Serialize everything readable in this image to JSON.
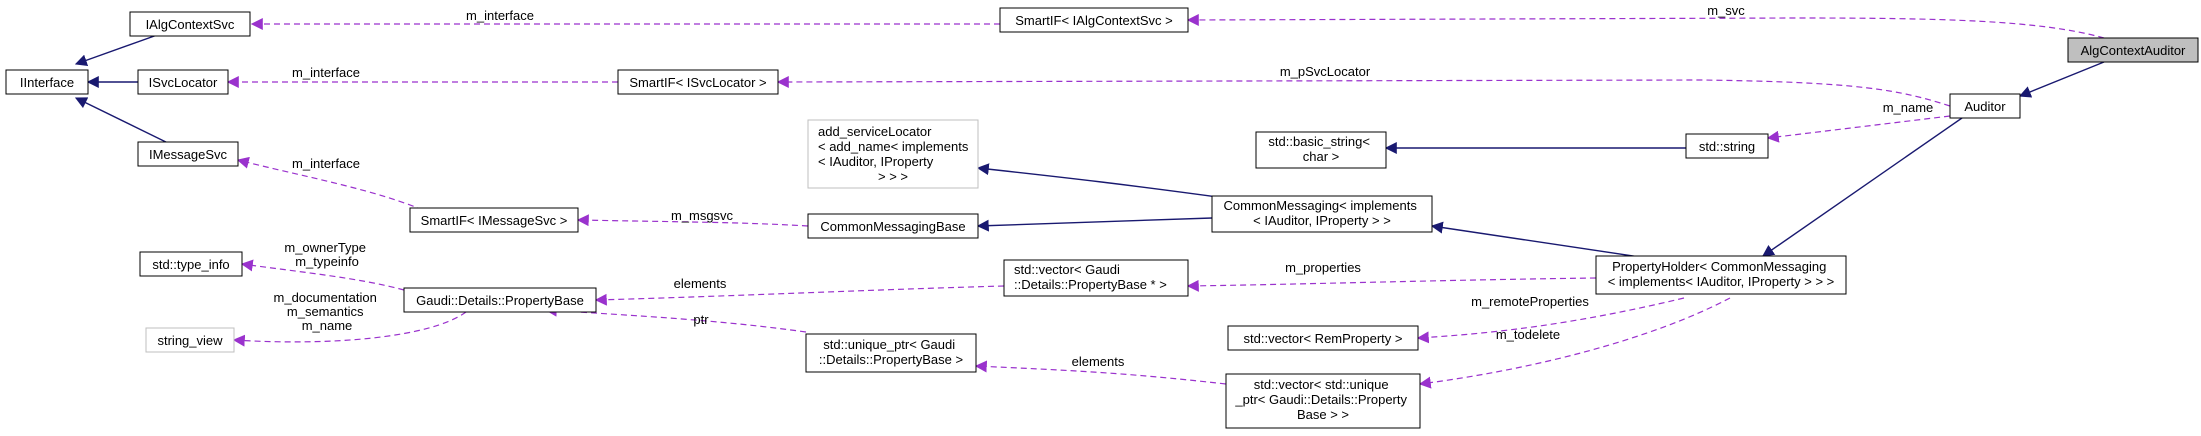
{
  "diagram": {
    "nodes": [
      {
        "id": "algcontextauditor",
        "lines": [
          "AlgContextAuditor"
        ],
        "style": "highlight"
      },
      {
        "id": "auditor",
        "lines": [
          "Auditor"
        ],
        "style": "normal"
      },
      {
        "id": "ialgcontextsvc",
        "lines": [
          "IAlgContextSvc"
        ],
        "style": "normal"
      },
      {
        "id": "iinterface",
        "lines": [
          "IInterface"
        ],
        "style": "normal"
      },
      {
        "id": "isvclocator",
        "lines": [
          "ISvcLocator"
        ],
        "style": "normal"
      },
      {
        "id": "imessagesvc",
        "lines": [
          "IMessageSvc"
        ],
        "style": "normal"
      },
      {
        "id": "smartif-ialgcontextsvc",
        "lines": [
          "SmartIF< IAlgContextSvc >"
        ],
        "style": "normal"
      },
      {
        "id": "smartif-isvclocator",
        "lines": [
          "SmartIF< ISvcLocator >"
        ],
        "style": "normal"
      },
      {
        "id": "smartif-imessagesvc",
        "lines": [
          "SmartIF< IMessageSvc >"
        ],
        "style": "normal"
      },
      {
        "id": "add-servicelocator",
        "lines": [
          "add_serviceLocator",
          "< add_name< implements",
          "< IAuditor, IProperty",
          "> > >"
        ],
        "style": "gray"
      },
      {
        "id": "basic-string",
        "lines": [
          "std::basic_string<",
          "char >"
        ],
        "style": "normal"
      },
      {
        "id": "std-string",
        "lines": [
          "std::string"
        ],
        "style": "normal"
      },
      {
        "id": "commonmessagingbase",
        "lines": [
          "CommonMessagingBase"
        ],
        "style": "normal"
      },
      {
        "id": "commonmessaging",
        "lines": [
          "CommonMessaging< implements",
          "< IAuditor, IProperty > >"
        ],
        "style": "normal"
      },
      {
        "id": "std-type-info",
        "lines": [
          "std::type_info"
        ],
        "style": "normal"
      },
      {
        "id": "string-view",
        "lines": [
          "string_view"
        ],
        "style": "gray"
      },
      {
        "id": "propertybase",
        "lines": [
          "Gaudi::Details::PropertyBase"
        ],
        "style": "normal"
      },
      {
        "id": "vector-propertybase-ptr",
        "lines": [
          "std::vector< Gaudi",
          "::Details::PropertyBase * >"
        ],
        "style": "normal"
      },
      {
        "id": "propertyholder",
        "lines": [
          "PropertyHolder< CommonMessaging",
          "< implements< IAuditor, IProperty > > >"
        ],
        "style": "normal"
      },
      {
        "id": "vector-remproperty",
        "lines": [
          "std::vector< RemProperty >"
        ],
        "style": "normal"
      },
      {
        "id": "unique-ptr-propertybase",
        "lines": [
          "std::unique_ptr< Gaudi",
          "::Details::PropertyBase >"
        ],
        "style": "normal"
      },
      {
        "id": "vector-unique-ptr",
        "lines": [
          "std::vector< std::unique",
          "_ptr< Gaudi::Details::Property",
          "Base > >"
        ],
        "style": "normal"
      }
    ],
    "edge_labels": [
      {
        "id": "m-svc",
        "lines": [
          "m_svc"
        ]
      },
      {
        "id": "m-interface-ialgcontextsvc",
        "lines": [
          "m_interface"
        ]
      },
      {
        "id": "m-interface-isvclocator",
        "lines": [
          "m_interface"
        ]
      },
      {
        "id": "m-psvclocator",
        "lines": [
          "m_pSvcLocator"
        ]
      },
      {
        "id": "m-name-string",
        "lines": [
          "m_name"
        ]
      },
      {
        "id": "m-interface-imessagesvc",
        "lines": [
          "m_interface"
        ]
      },
      {
        "id": "m-msgsvc",
        "lines": [
          "m_msgsvc"
        ]
      },
      {
        "id": "m-ownertype-typeinfo",
        "lines": [
          "m_ownerType",
          "m_typeinfo"
        ]
      },
      {
        "id": "m-documentation-semantics-name",
        "lines": [
          "m_documentation",
          "m_semantics",
          "m_name"
        ]
      },
      {
        "id": "elements-propertybase",
        "lines": [
          "elements"
        ]
      },
      {
        "id": "m-properties",
        "lines": [
          "m_properties"
        ]
      },
      {
        "id": "m-remoteproperties",
        "lines": [
          "m_remoteProperties"
        ]
      },
      {
        "id": "m-todelete",
        "lines": [
          "m_todelete"
        ]
      },
      {
        "id": "ptr",
        "lines": [
          "ptr"
        ]
      },
      {
        "id": "elements-unique-ptr",
        "lines": [
          "elements"
        ]
      }
    ],
    "colors": {
      "inheritance_edge": "#191970",
      "usage_edge": "#9a32cd",
      "node_border": "#000000",
      "gray_node_border": "#bfbfbf",
      "highlight_fill": "#bfbfbf",
      "node_fill": "#ffffff",
      "text": "#000000"
    }
  }
}
